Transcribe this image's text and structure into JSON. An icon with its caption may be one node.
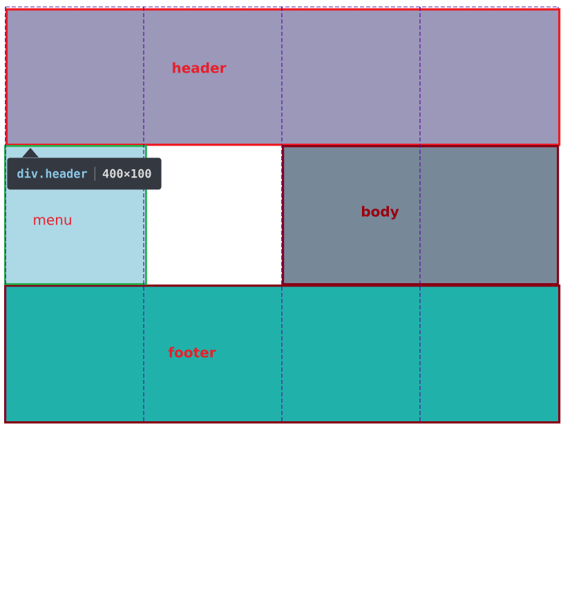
{
  "diagram": {
    "nodes": [
      {
        "text": [
          "header"
        ]
      },
      {
        "text": [
          "menu"
        ]
      },
      {
        "text": [
          "body"
        ]
      },
      {
        "text": [
          "footer"
        ]
      },
      {
        "text": [
          "div.header",
          "400×100"
        ]
      }
    ]
  }
}
